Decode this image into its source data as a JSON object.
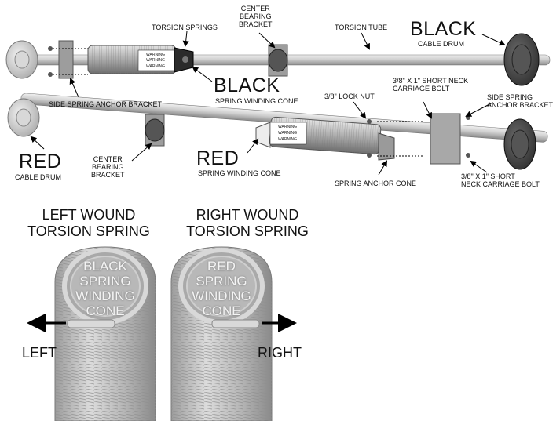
{
  "upper_assembly": {
    "torsion_springs": "TORSION SPRINGS",
    "center_bearing_bracket": [
      "CENTER",
      "BEARING",
      "BRACKET"
    ],
    "torsion_tube": "TORSION TUBE",
    "black_title": "BLACK",
    "black_cable_drum": "CABLE DRUM",
    "black_cone_title": "BLACK",
    "black_cone_sub": "SPRING WINDING CONE",
    "side_spring_anchor_bracket": "SIDE SPRING ANCHOR BRACKET",
    "warning_tag": "WARNING"
  },
  "lower_assembly": {
    "lock_nut": "3/8\" LOCK NUT",
    "short_neck_bolt_top": [
      "3/8\" X 1\" SHORT NECK",
      "CARRIAGE BOLT"
    ],
    "side_spring_anchor_bracket": [
      "SIDE SPRING",
      "ANCHOR BRACKET"
    ],
    "red_title": "RED",
    "red_cable_drum": "CABLE DRUM",
    "center_bearing_bracket": [
      "CENTER",
      "BEARING",
      "BRACKET"
    ],
    "red_cone_title": "RED",
    "red_cone_sub": "SPRING WINDING CONE",
    "spring_anchor_cone": "SPRING ANCHOR CONE",
    "short_neck_bolt_bottom": [
      "3/8\" X 1\" SHORT",
      "NECK CARRIAGE BOLT"
    ],
    "warning_tag": "WARNING"
  },
  "springs": {
    "left_title": [
      "LEFT WOUND",
      "TORSION SPRING"
    ],
    "right_title": [
      "RIGHT WOUND",
      "TORSION SPRING"
    ],
    "left_cone": [
      "BLACK",
      "SPRING",
      "WINDING",
      "CONE"
    ],
    "right_cone": [
      "RED",
      "SPRING",
      "WINDING",
      "CONE"
    ],
    "left_direction": "LEFT",
    "right_direction": "RIGHT"
  }
}
